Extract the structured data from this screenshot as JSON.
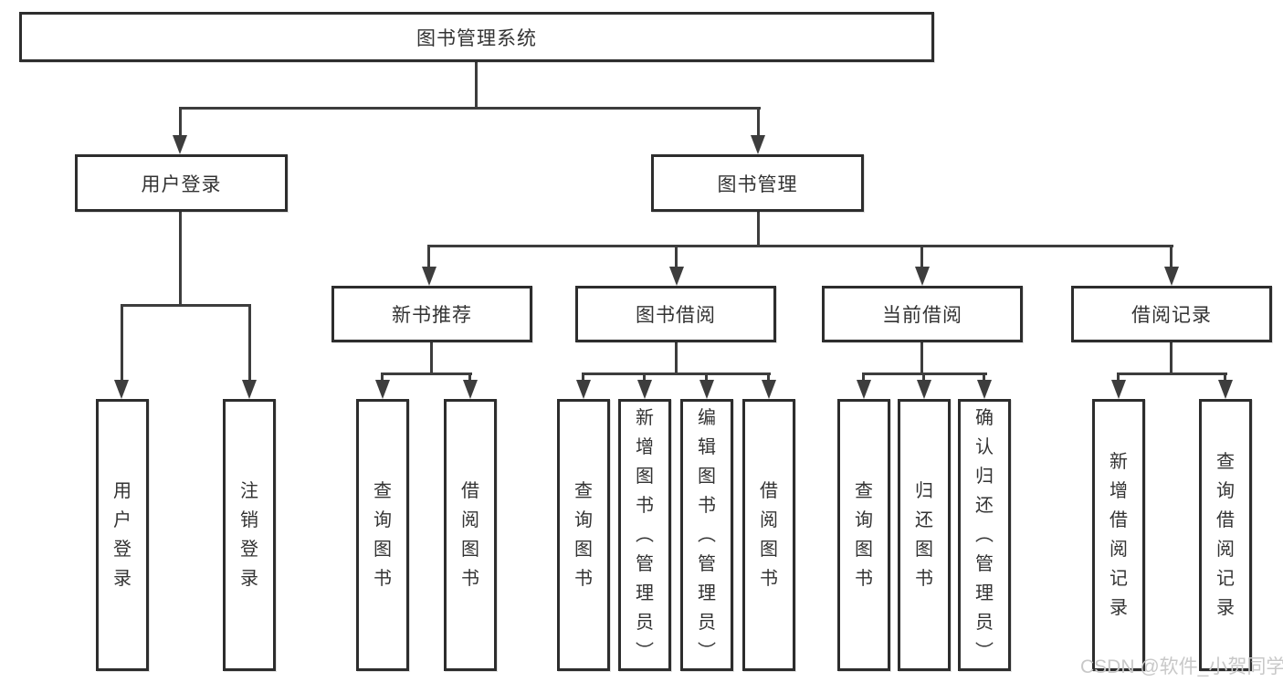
{
  "tree": {
    "root": {
      "label": "图书管理系统"
    },
    "children": [
      {
        "label": "用户登录",
        "children": [
          {
            "label": "用户登录"
          },
          {
            "label": "注销登录"
          }
        ]
      },
      {
        "label": "图书管理",
        "children": [
          {
            "label": "新书推荐",
            "children": [
              {
                "label": "查询图书"
              },
              {
                "label": "借阅图书"
              }
            ]
          },
          {
            "label": "图书借阅",
            "children": [
              {
                "label": "查询图书"
              },
              {
                "label": "新增图书（管理员）"
              },
              {
                "label": "编辑图书（管理员）"
              },
              {
                "label": "借阅图书"
              }
            ]
          },
          {
            "label": "当前借阅",
            "children": [
              {
                "label": "查询图书"
              },
              {
                "label": "归还图书"
              },
              {
                "label": "确认归还（管理员）"
              }
            ]
          },
          {
            "label": "借阅记录",
            "children": [
              {
                "label": "新增借阅记录"
              },
              {
                "label": "查询借阅记录"
              }
            ]
          }
        ]
      }
    ]
  },
  "watermark": {
    "text": "CSDN @软件_小贺同学"
  },
  "colors": {
    "box_border": "#2d2d2d",
    "connector": "#3d3d3d",
    "text": "#333333",
    "watermark": "#c8c8c8",
    "background": "#ffffff"
  }
}
